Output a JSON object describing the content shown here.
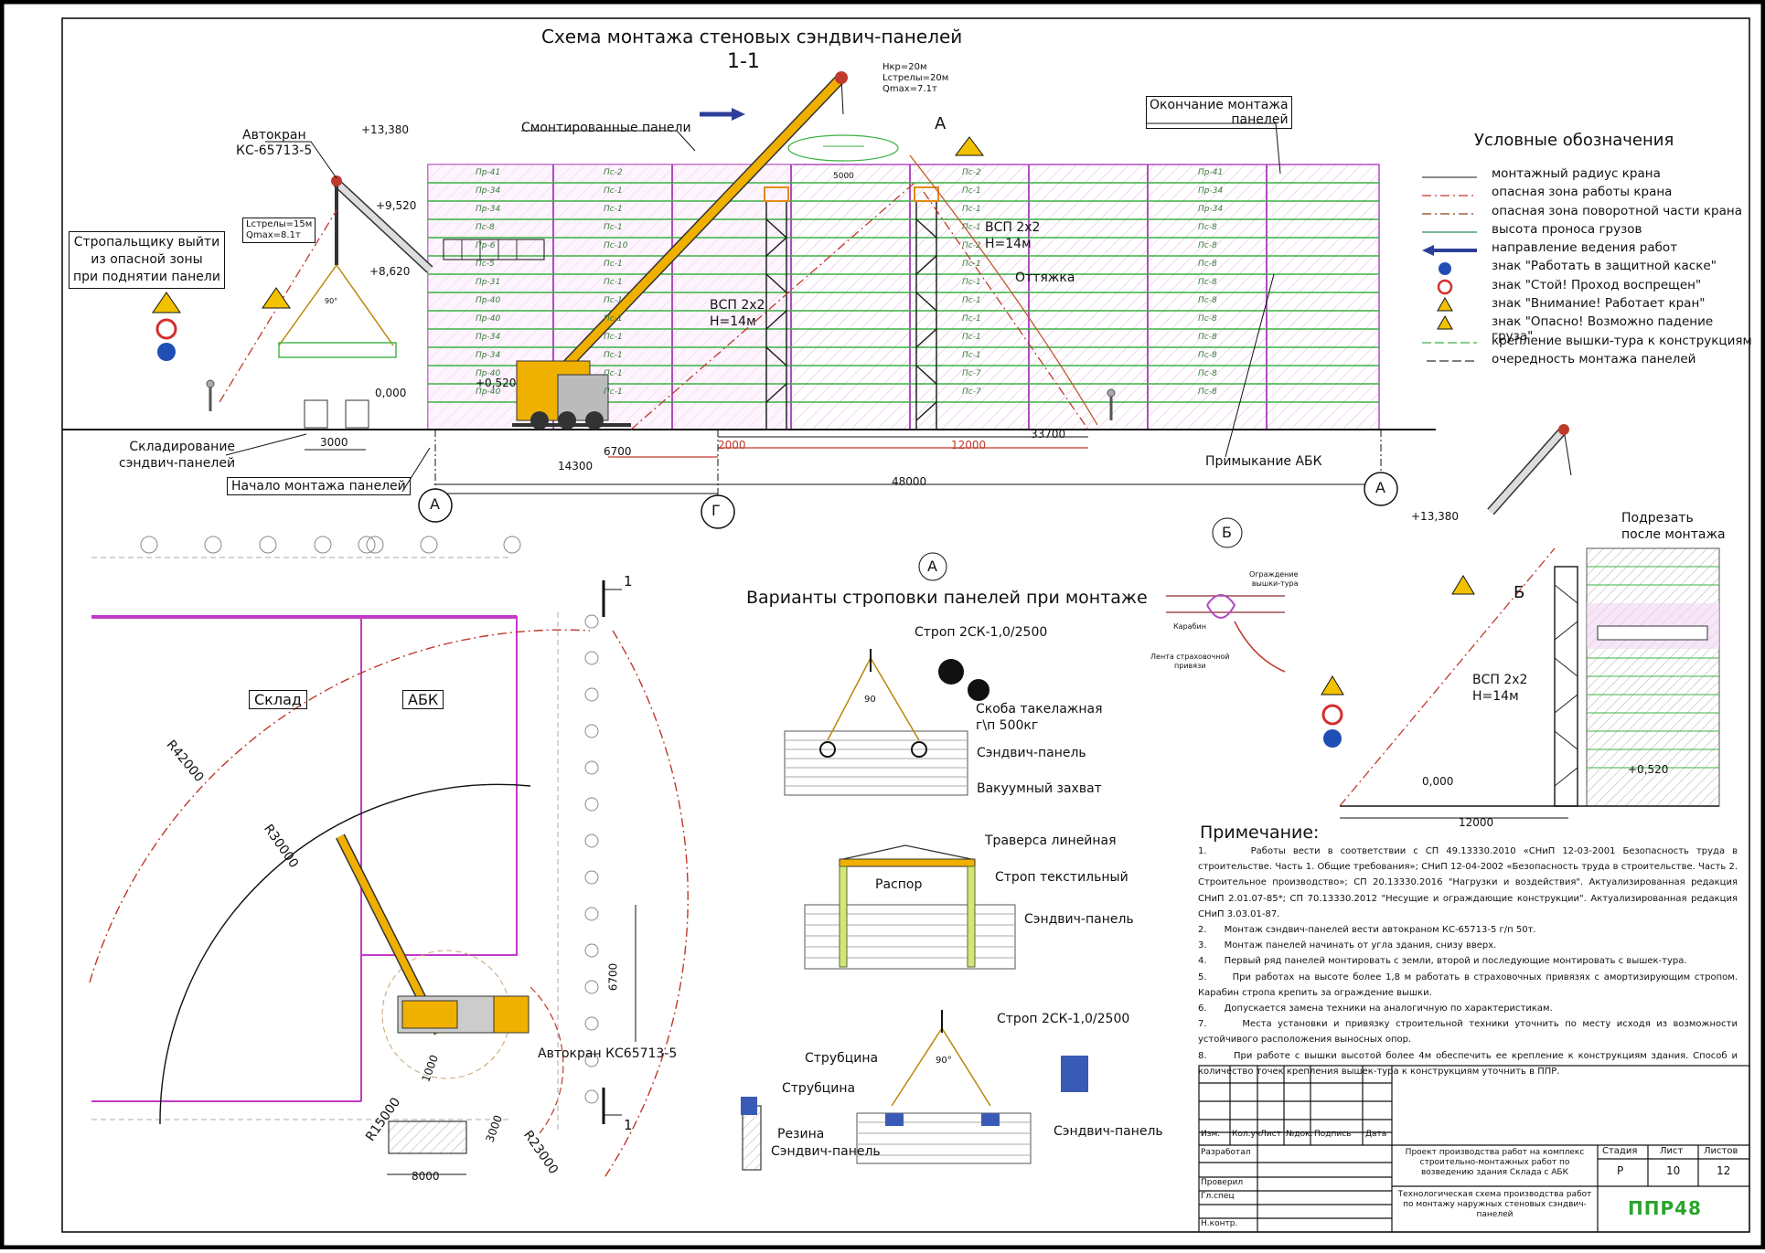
{
  "title_section": "Схема монтажа стеновых сэндвич-панелей",
  "section_mark": "1-1",
  "crane_params_top": [
    "Hкр=20м",
    "Lстрелы=20м",
    "Qmax=7.1т"
  ],
  "crane_params_left": [
    "Lстрелы=15м",
    "Qmax=8.1т"
  ],
  "elevations": {
    "e1": "+13,380",
    "e2": "+9,520",
    "e3": "+8,620",
    "e4": "+0,520",
    "e5": "0,000",
    "e6": "+13,380",
    "e7": "+0,520",
    "e8": "0,000"
  },
  "callouts": {
    "autocrane": "Автокран",
    "autocrane_model": "КС-65713-5",
    "mounted_panels": "Смонтированные панели",
    "end_mount": "Окончание монтажа\nпанелей",
    "slinger_note": "Стропальщику выйти\nиз опасной зоны\nпри поднятии панели",
    "storage": "Складирование\nсэндвич-панелей",
    "start_mount": "Начало монтажа панелей",
    "abk_junction": "Примыкание АБК",
    "guy": "Оттяжка",
    "vsp1": "ВСП 2х2\nН=14м",
    "vsp2": "ВСП 2х2\nН=14м",
    "vsp3": "ВСП 2х2\nН=14м",
    "cut_after": "Подрезать\nпосле монтажа",
    "mark_A": "А",
    "mark_B": "Б",
    "dim_5000": "5000",
    "angle_90": "90°"
  },
  "dims": {
    "d3000": "3000",
    "d6700": "6700",
    "d2000": "2000",
    "d12000": "12000",
    "d33700": "33700",
    "d14300": "14300",
    "d48000": "48000",
    "d12000b": "12000",
    "d8000": "8000",
    "d6700v": "6700",
    "d1000": "1000",
    "d3000b": "3000"
  },
  "axes": {
    "a1": "А",
    "a2": "Г",
    "a3": "А"
  },
  "legend_title": "Условные обозначения",
  "legend": [
    {
      "text": "монтажный радиус крана",
      "color": "#444444",
      "style": "solid"
    },
    {
      "text": "опасная зона работы крана",
      "color": "#c0392b",
      "style": "dashdot"
    },
    {
      "text": "опасная зона поворотной части крана",
      "color": "#8b4513",
      "style": "dashdot"
    },
    {
      "text": "высота проноса грузов",
      "color": "#2e8b57",
      "style": "solid"
    },
    {
      "text": "направление ведения работ",
      "color": "#2c3e9a",
      "style": "arrow"
    },
    {
      "text": "знак \"Работать в защитной каске\"",
      "color": "#1f4fb5",
      "style": "sign-blue"
    },
    {
      "text": "знак \"Стой! Проход воспрещен\"",
      "color": "#d32f2f",
      "style": "sign-red"
    },
    {
      "text": "знак \"Внимание! Работает кран\"",
      "color": "#f2c200",
      "style": "sign-yellow"
    },
    {
      "text": "знак \"Опасно! Возможно падение груза\"",
      "color": "#f2c200",
      "style": "sign-yellow"
    },
    {
      "text": "крепление вышки-тура к конструкциям",
      "color": "#3cb043",
      "style": "dash"
    },
    {
      "text": "очередность монтажа панелей",
      "color": "#333333",
      "style": "arrow-small"
    }
  ],
  "plan": {
    "sklad": "Склад",
    "abk": "АБК",
    "r42000": "R42000",
    "r30000": "R30000",
    "r15000": "R15000",
    "r23000": "R23000",
    "crane_label": "Автокран КС65713-5",
    "section_1a": "1",
    "section_1b": "1"
  },
  "slinging": {
    "title": "Варианты строповки панелей при монтаже",
    "mark": "А",
    "strop1": "Строп 2СК-1,0/2500",
    "shackle": "Скоба такелажная\nг\\п 500кг",
    "panel1": "Сэндвич-панель",
    "vacuum": "Вакуумный захват",
    "traverse": "Траверса линейная",
    "spacer": "Распор",
    "textile": "Строп текстильный",
    "panel2": "Сэндвич-панель",
    "strop2": "Строп 2СК-1,0/2500",
    "clamp1": "Струбцина",
    "clamp2": "Струбцина",
    "rubber": "Резина",
    "panel3": "Сэндвич-панель",
    "panel4": "Сэндвич-панель",
    "angle1": "90",
    "angle2": "90°"
  },
  "detail_b": {
    "mark": "Б",
    "fence": "Ограждение\nвышки-тура",
    "carabiner": "Карабин",
    "lanyard": "Лента страховочной\nпривязи"
  },
  "notes_title": "Примечание:",
  "notes": [
    "1.      Работы вести в соответствии с СП 49.13330.2010 «СНиП 12-03-2001 Безопасность труда в строительстве. Часть 1. Общие требования»; СНиП 12-04-2002 «Безопасность труда в строительстве. Часть 2. Строительное производство»; СП 20.13330.2016 \"Нагрузки и воздействия\". Актуализированная редакция СНиП 2.01.07-85*; СП 70.13330.2012 \"Несущие и ограждающие конструкции\". Актуализированная редакция СНиП 3.03.01-87.",
    "2.      Монтаж сэндвич-панелей вести автокраном КС-65713-5 г/п 50т.",
    "3.      Монтаж панелей начинать от угла здания, снизу вверх.",
    "4.      Первый ряд панелей монтировать с земли, второй и последующие монтировать с вышек-тура.",
    "5.      При работах на высоте более 1,8 м работать в страховочных привязях с амортизирующим стропом. Карабин стропа крепить за ограждение вышки.",
    "6.      Допускается замена техники на аналогичную по характеристикам.",
    "7.      Места установки и привязку строительной техники уточнить по месту исходя из возможности устойчивого расположения выносных опор.",
    "8.      При работе с вышки высотой более 4м обеспечить ее крепление к конструкциям здания. Способ и количество точек крепления вышек-тура к конструкциям уточнить в ППР."
  ],
  "stamp": {
    "cols": [
      "Изм.",
      "Кол.уч",
      "Лист",
      "№док.",
      "Подпись",
      "Дата"
    ],
    "roles": [
      "Разработал",
      "",
      "Проверил",
      "Гл.спец",
      "",
      "Н.контр."
    ],
    "project": "Проект производства работ на комплекс строительно-монтажных работ по возведению здания Склада с АБК",
    "sheet_title": "Технологическая схема производства работ по монтажу наружных стеновых сэндвич-панелей",
    "stage_h": "Стадия",
    "sheet_h": "Лист",
    "sheets_h": "Листов",
    "stage": "Р",
    "sheet": "10",
    "sheets": "12",
    "logo": "ППР48"
  },
  "panel_labels": {
    "grid_left": [
      "Пр-41",
      "Пр-34",
      "Пр-34",
      "Пс-8",
      "Пр-6",
      "Пс-5",
      "Пр-31",
      "Пр-40",
      "Пр-40",
      "Пр-34",
      "Пр-34",
      "Пр-40",
      "Пр-40"
    ],
    "grid_mid": [
      "Пс-2",
      "Пс-1",
      "Пс-1",
      "Пс-1",
      "Пс-10",
      "Пс-1",
      "Пс-1",
      "Пс-1",
      "Пс-1",
      "Пс-1",
      "Пс-1",
      "Пс-1",
      "Пс-1"
    ],
    "grid_right": [
      "Пс-2",
      "Пс-1",
      "Пс-1",
      "Пс-1",
      "Пс-2",
      "Пс-1",
      "Пс-1",
      "Пс-1",
      "Пс-1",
      "Пс-1",
      "Пс-1",
      "Пс-7",
      "Пс-7"
    ],
    "grid_far": [
      "Пр-41",
      "Пр-34",
      "Пр-34",
      "Пс-8",
      "Пс-8",
      "Пс-8",
      "Пс-8",
      "Пс-8",
      "Пс-8",
      "Пс-8",
      "Пс-8",
      "Пс-8",
      "Пс-8"
    ]
  }
}
